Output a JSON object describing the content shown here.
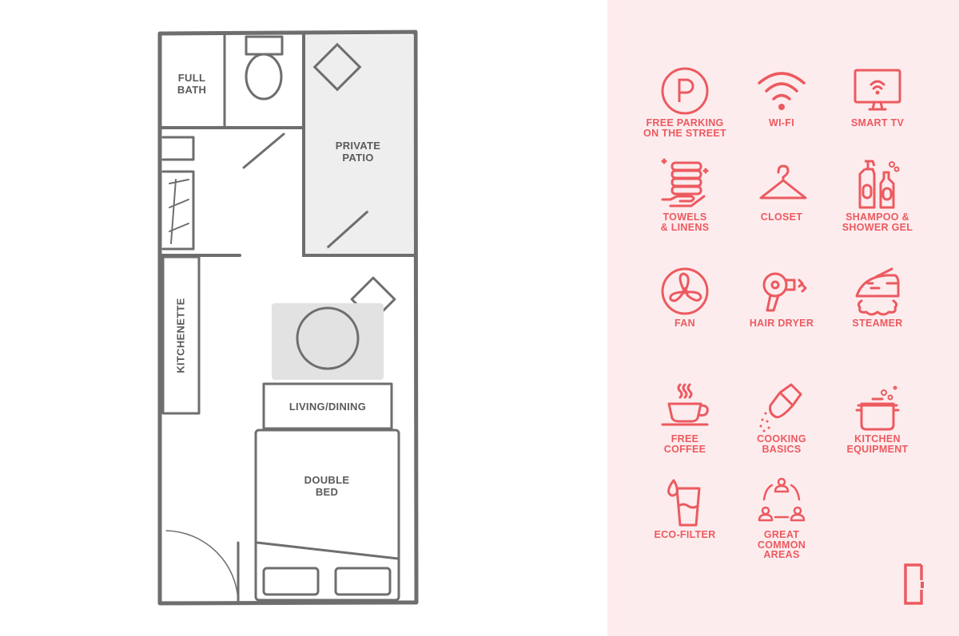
{
  "colors": {
    "accent": "#ec5a5f",
    "panel_bg": "#fdecee",
    "wall": "#6e6e6e",
    "floor_fill": "#e8e8e8"
  },
  "floorplan": {
    "rooms": {
      "full_bath": [
        "FULL",
        "BATH"
      ],
      "private_patio": [
        "PRIVATE",
        "PATIO"
      ],
      "kitchenette": [
        "KITCHENETTE"
      ],
      "living_dining": [
        "LIVING/DINING"
      ],
      "double_bed": [
        "DOUBLE",
        "BED"
      ]
    }
  },
  "amenities": [
    {
      "icon": "parking-icon",
      "lines": [
        "FREE PARKING",
        "ON THE STREET"
      ]
    },
    {
      "icon": "wifi-icon",
      "lines": [
        "WI-FI"
      ]
    },
    {
      "icon": "smart-tv-icon",
      "lines": [
        "SMART TV"
      ]
    },
    {
      "icon": "towels-icon",
      "lines": [
        "TOWELS",
        "& LINENS"
      ]
    },
    {
      "icon": "hanger-icon",
      "lines": [
        "CLOSET"
      ]
    },
    {
      "icon": "shampoo-bottles-icon",
      "lines": [
        "SHAMPOO &",
        "SHOWER GEL"
      ]
    },
    {
      "icon": "fan-icon",
      "lines": [
        "FAN"
      ]
    },
    {
      "icon": "hair-dryer-icon",
      "lines": [
        "HAIR DRYER"
      ]
    },
    {
      "icon": "steamer-icon",
      "lines": [
        "STEAMER"
      ]
    },
    {
      "icon": "coffee-cup-icon",
      "lines": [
        "FREE",
        "COFFEE"
      ]
    },
    {
      "icon": "salt-shaker-icon",
      "lines": [
        "COOKING",
        "BASICS"
      ]
    },
    {
      "icon": "cooking-pot-icon",
      "lines": [
        "KITCHEN",
        "EQUIPMENT"
      ]
    },
    {
      "icon": "water-glass-icon",
      "lines": [
        "ECO-FILTER"
      ]
    },
    {
      "icon": "community-people-icon",
      "lines": [
        "GREAT",
        "COMMON",
        "AREAS"
      ]
    }
  ],
  "brand": {
    "icon": "door-logo-icon"
  }
}
